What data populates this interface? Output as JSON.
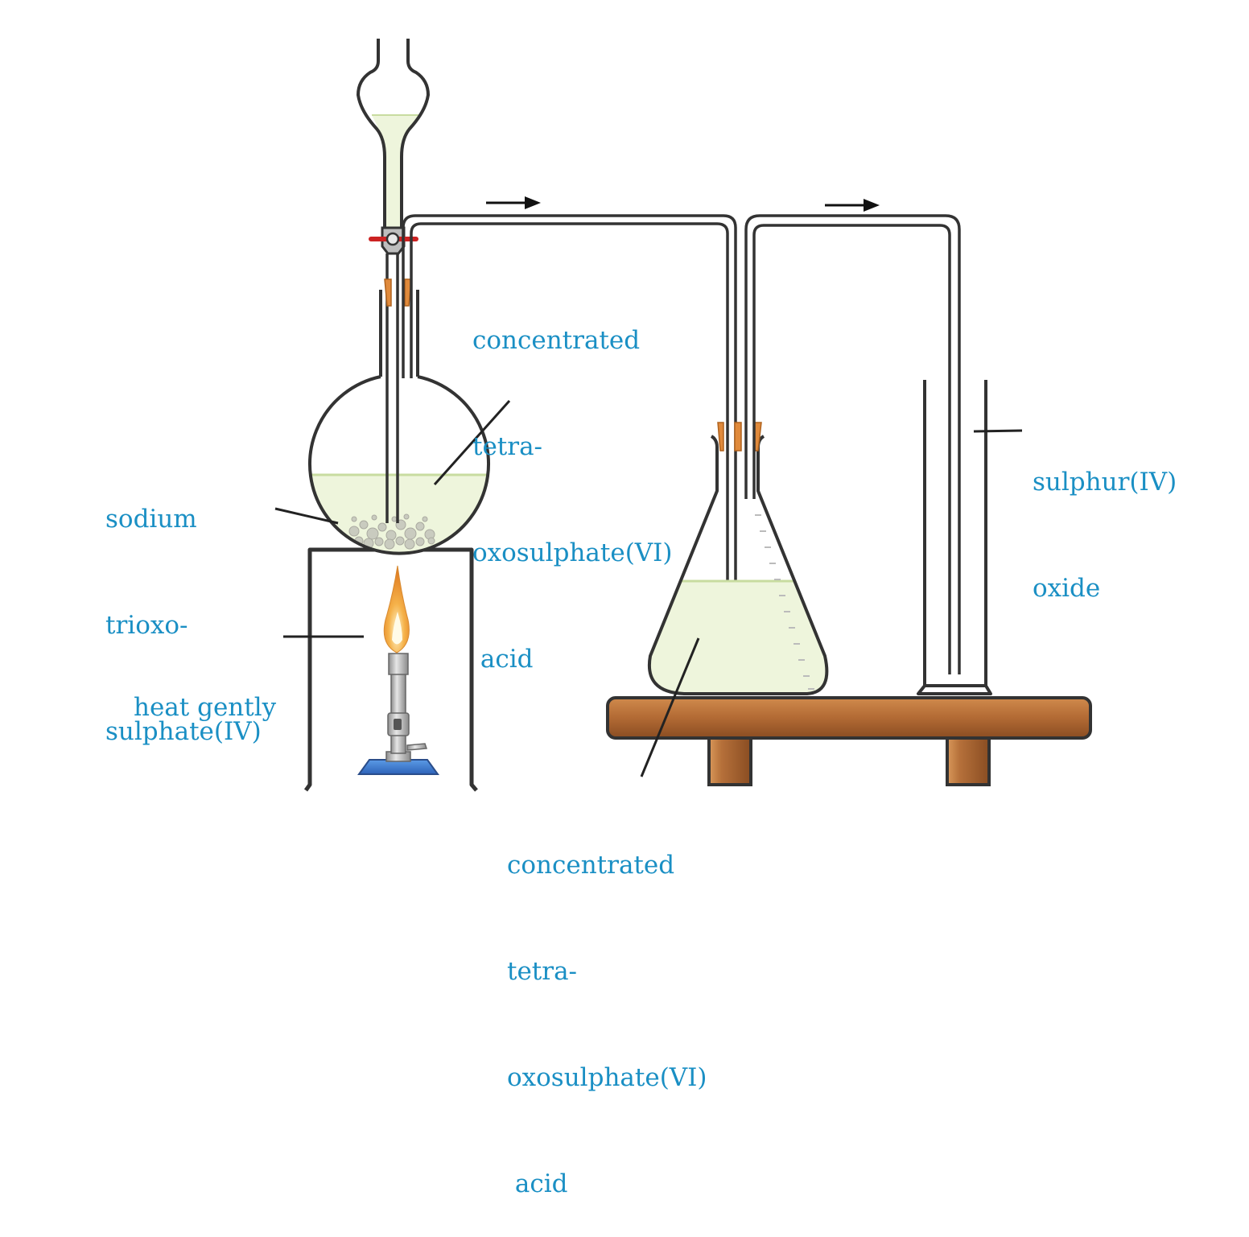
{
  "colors": {
    "label": "#1a8fc4",
    "outline": "#333333",
    "liquid": "#eef5dc",
    "liquid_line": "#c8dca0",
    "cork": "#e08a3c",
    "wood": "#b5703a",
    "stopcock": "#cc2222",
    "burner_base": "#3a78c9"
  },
  "labels": {
    "funnel_acid": [
      "concentrated",
      "tetra-",
      "oxosulphate(VI)",
      " acid"
    ],
    "sodium": [
      "sodium",
      "trioxo-",
      "sulphate(IV)"
    ],
    "heat": [
      "heat gently"
    ],
    "flask_acid": [
      "concentrated",
      "tetra-",
      "oxosulphate(VI)",
      " acid"
    ],
    "gas": [
      "sulphur(IV)",
      "oxide"
    ]
  },
  "icons": {
    "flow_arrow_1": "right-arrow-icon",
    "flow_arrow_2": "right-arrow-icon",
    "burner": "bunsen-burner-icon",
    "flame": "flame-icon"
  }
}
